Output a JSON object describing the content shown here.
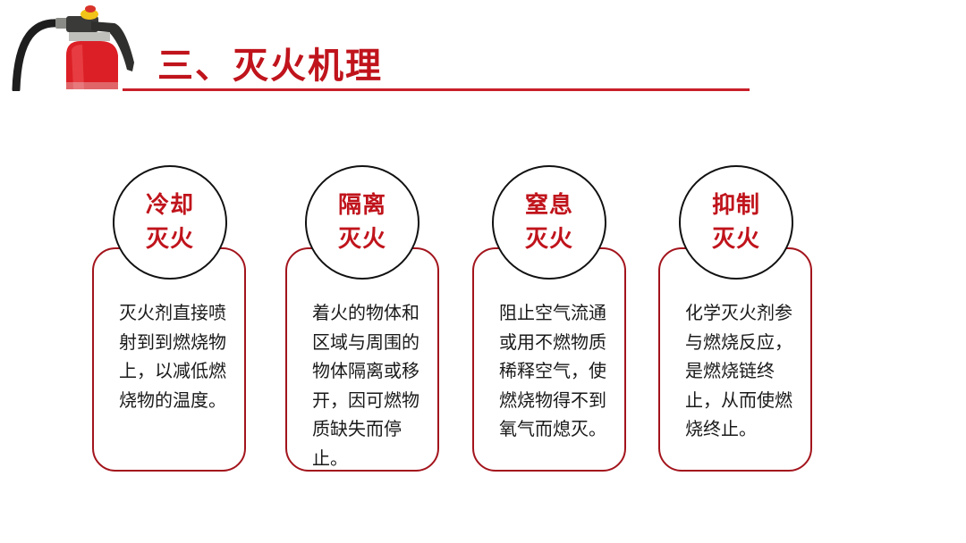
{
  "header": {
    "title": "三、灭火机理",
    "image": "fire-extinguisher-image"
  },
  "colors": {
    "accent_red": "#c0141c",
    "border_red": "#a3141c",
    "circle_border": "#111111",
    "text": "#1a1a1a",
    "background": "#ffffff"
  },
  "cards": [
    {
      "title_line1": "冷却",
      "title_line2": "灭火",
      "text": "灭火剂直接喷射到到燃烧物上，以减低燃烧物的温度。"
    },
    {
      "title_line1": "隔离",
      "title_line2": "灭火",
      "text": "着火的物体和区域与周围的物体隔离或移开，因可燃物质缺失而停止。"
    },
    {
      "title_line1": "窒息",
      "title_line2": "灭火",
      "text": "阻止空气流通或用不燃物质稀释空气，使燃烧物得不到氧气而熄灭。"
    },
    {
      "title_line1": "抑制",
      "title_line2": "灭火",
      "text": "化学灭火剂参与燃烧反应，是燃烧链终止，从而使燃烧终止。"
    }
  ]
}
